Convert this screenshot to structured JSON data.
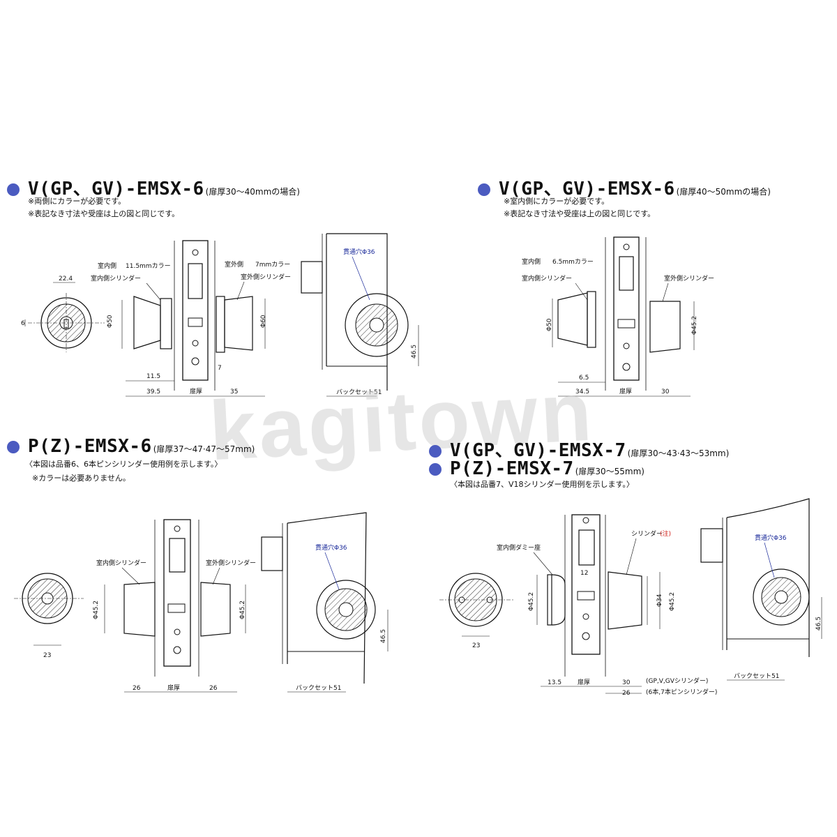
{
  "colors": {
    "bullet": "#4b5bc0",
    "annotation": "#1a2a9a",
    "note_red": "#d0201a",
    "hatch": "#333333"
  },
  "watermark": "kagitown",
  "panels": [
    {
      "model": "V(GP、GV)-EMSX-6",
      "thickness": "(扉厚30～40mmの場合)",
      "notes": [
        "※両側にカラーが必要です。",
        "※表記なき寸法や受座は上の図と同じです。"
      ],
      "labels": {
        "indoor": "室内側",
        "indoor_collar": "11.5mmカラー",
        "indoor_cyl": "室内側シリンダー",
        "outdoor": "室外側",
        "outdoor_collar": "7mmカラー",
        "outdoor_cyl": "室外側シリンダー",
        "through_hole": "貫通穴Φ36",
        "door": "扉厚",
        "backset": "バックセット51"
      },
      "dims": {
        "d1": "22.4",
        "d2": "6",
        "dia_in": "Φ50",
        "dia_out": "Φ60",
        "b1": "11.5",
        "b2": "39.5",
        "b3": "35",
        "b4": "7",
        "h": "46.5"
      }
    },
    {
      "model": "V(GP、GV)-EMSX-6",
      "thickness": "(扉厚40～50mmの場合)",
      "notes": [
        "※室内側にカラーが必要です。",
        "※表記なき寸法や受座は上の図と同じです。"
      ],
      "labels": {
        "indoor": "室内側",
        "indoor_collar": "6.5mmカラー",
        "indoor_cyl": "室内側シリンダー",
        "outdoor_cyl": "室外側シリンダー",
        "door": "扉厚"
      },
      "dims": {
        "dia_in": "Φ50",
        "dia_out": "Φ45.2",
        "b1": "6.5",
        "b2": "34.5",
        "b3": "30"
      }
    },
    {
      "model": "P(Z)-EMSX-6",
      "thickness": "(扉厚37～47·47～57mm)",
      "notes": [
        "〈本図は品番6、6本ピンシリンダー使用例を示します。〉",
        "※カラーは必要ありません。"
      ],
      "labels": {
        "indoor_cyl": "室内側シリンダー",
        "outdoor_cyl": "室外側シリンダー",
        "through_hole": "貫通穴Φ36",
        "door": "扉厚",
        "backset": "バックセット51"
      },
      "dims": {
        "d1": "23",
        "dia_in": "Φ45.2",
        "dia_out": "Φ45.2",
        "b1": "26",
        "b3": "26",
        "h": "46.5"
      }
    },
    {
      "model": "V(GP、GV)-EMSX-7",
      "thickness": "(扉厚30～43·43～53mm)",
      "model2": "P(Z)-EMSX-7",
      "thickness2": "(扉厚30～55mm)",
      "notes": [
        "〈本図は品番7、V18シリンダー使用例を示します。〉"
      ],
      "labels": {
        "indoor_dummy": "室内側ダミー座",
        "cylinder": "シリンダー",
        "cyl_note": "(注)",
        "through_hole": "貫通穴Φ36",
        "door": "扉厚",
        "backset": "バックセット51",
        "gp_note": "(GP,V,GVシリンダー)",
        "pin_note": "(6本,7本ピンシリンダー)"
      },
      "dims": {
        "d1": "23",
        "dia_in": "Φ45.2",
        "dia_out1": "Φ34",
        "dia_out2": "Φ45.2",
        "s12": "12",
        "b1": "13.5",
        "b3a": "30",
        "b3b": "26",
        "h": "46.5"
      }
    }
  ]
}
